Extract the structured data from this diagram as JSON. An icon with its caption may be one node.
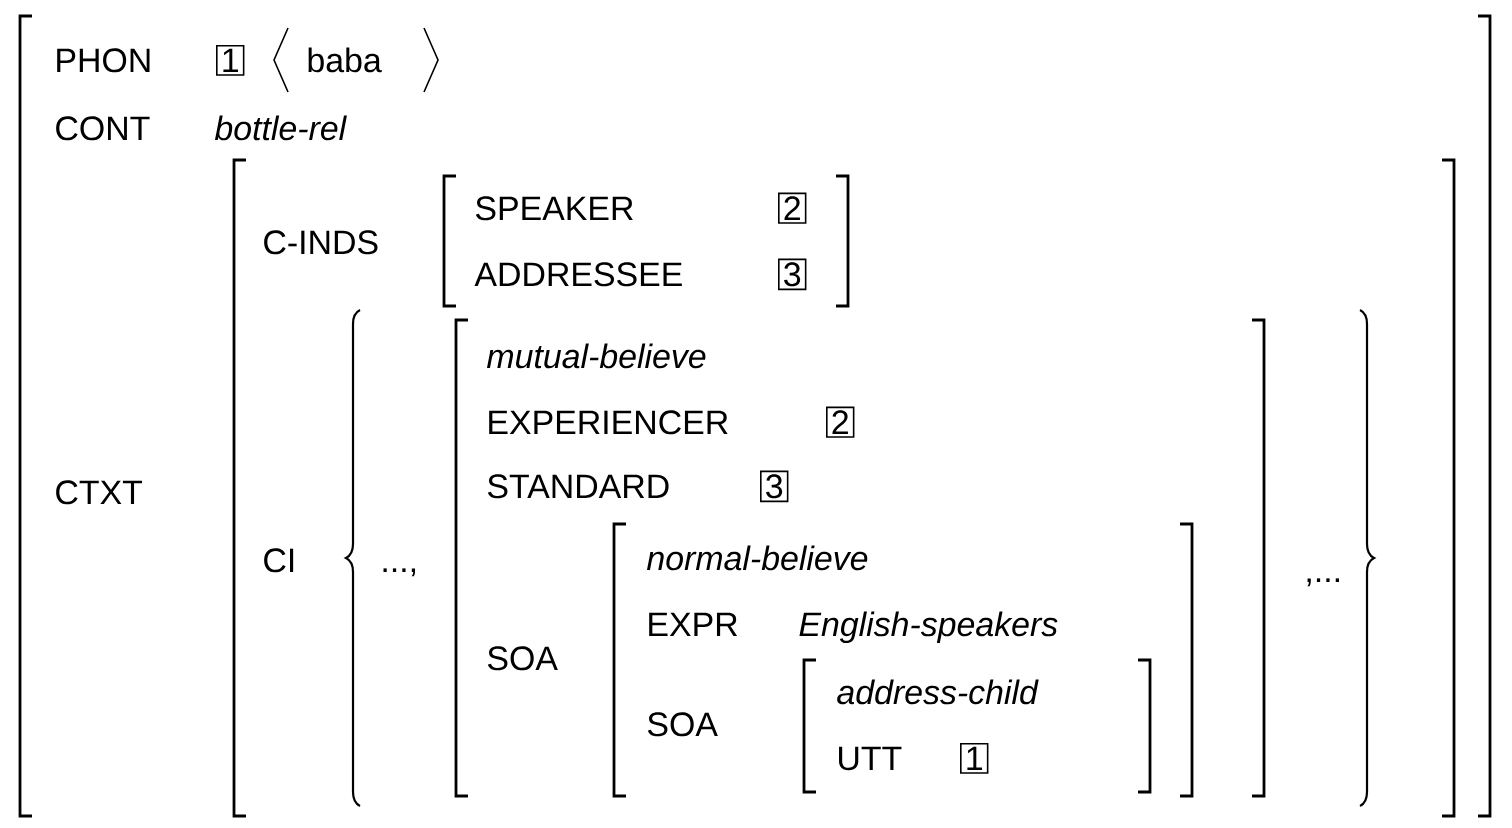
{
  "diagram": {
    "labels": [
      "PHON",
      "1",
      "baba",
      "CONT",
      "bottle-rel",
      "C-INDS",
      "SPEAKER",
      "2",
      "ADDRESSEE",
      "3",
      "CTXT",
      "CI",
      "...,",
      "mutual-believe",
      "EXPERIENCER",
      "2",
      "STANDARD",
      "3",
      "normal-believe",
      "SOA",
      "EXPR",
      "English-speakers",
      "SOA",
      "address-child",
      "UTT",
      "1",
      ",..."
    ]
  }
}
